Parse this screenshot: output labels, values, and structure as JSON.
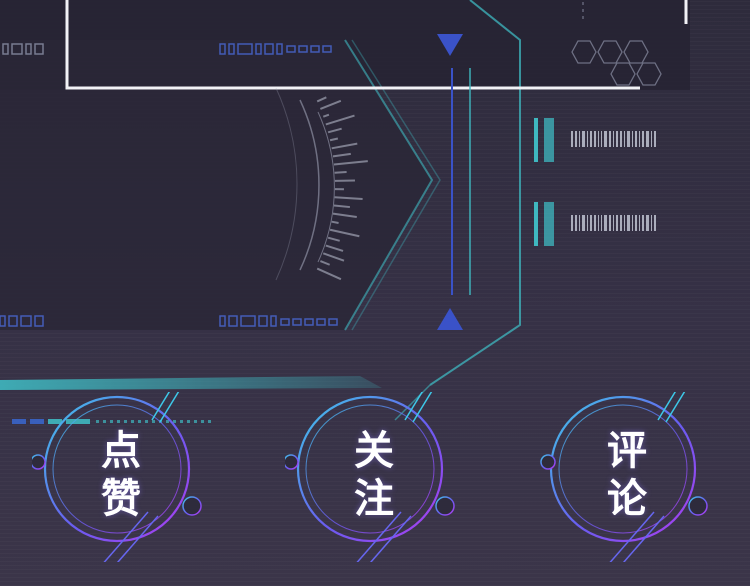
{
  "actions": [
    {
      "id": "like",
      "label": "点赞"
    },
    {
      "id": "follow",
      "label": "关注"
    },
    {
      "id": "comment",
      "label": "评论"
    }
  ],
  "colors": {
    "background": "#322e41",
    "accent_teal": "#3fb8c0",
    "accent_blue": "#3a52c8",
    "ring_gradient_start": "#3ec8e8",
    "ring_gradient_end": "#a03cf0",
    "frame_white": "#f2f2f6"
  },
  "icons": [
    "hexagon-cluster-icon",
    "arrow-down-icon",
    "arrow-up-icon"
  ]
}
